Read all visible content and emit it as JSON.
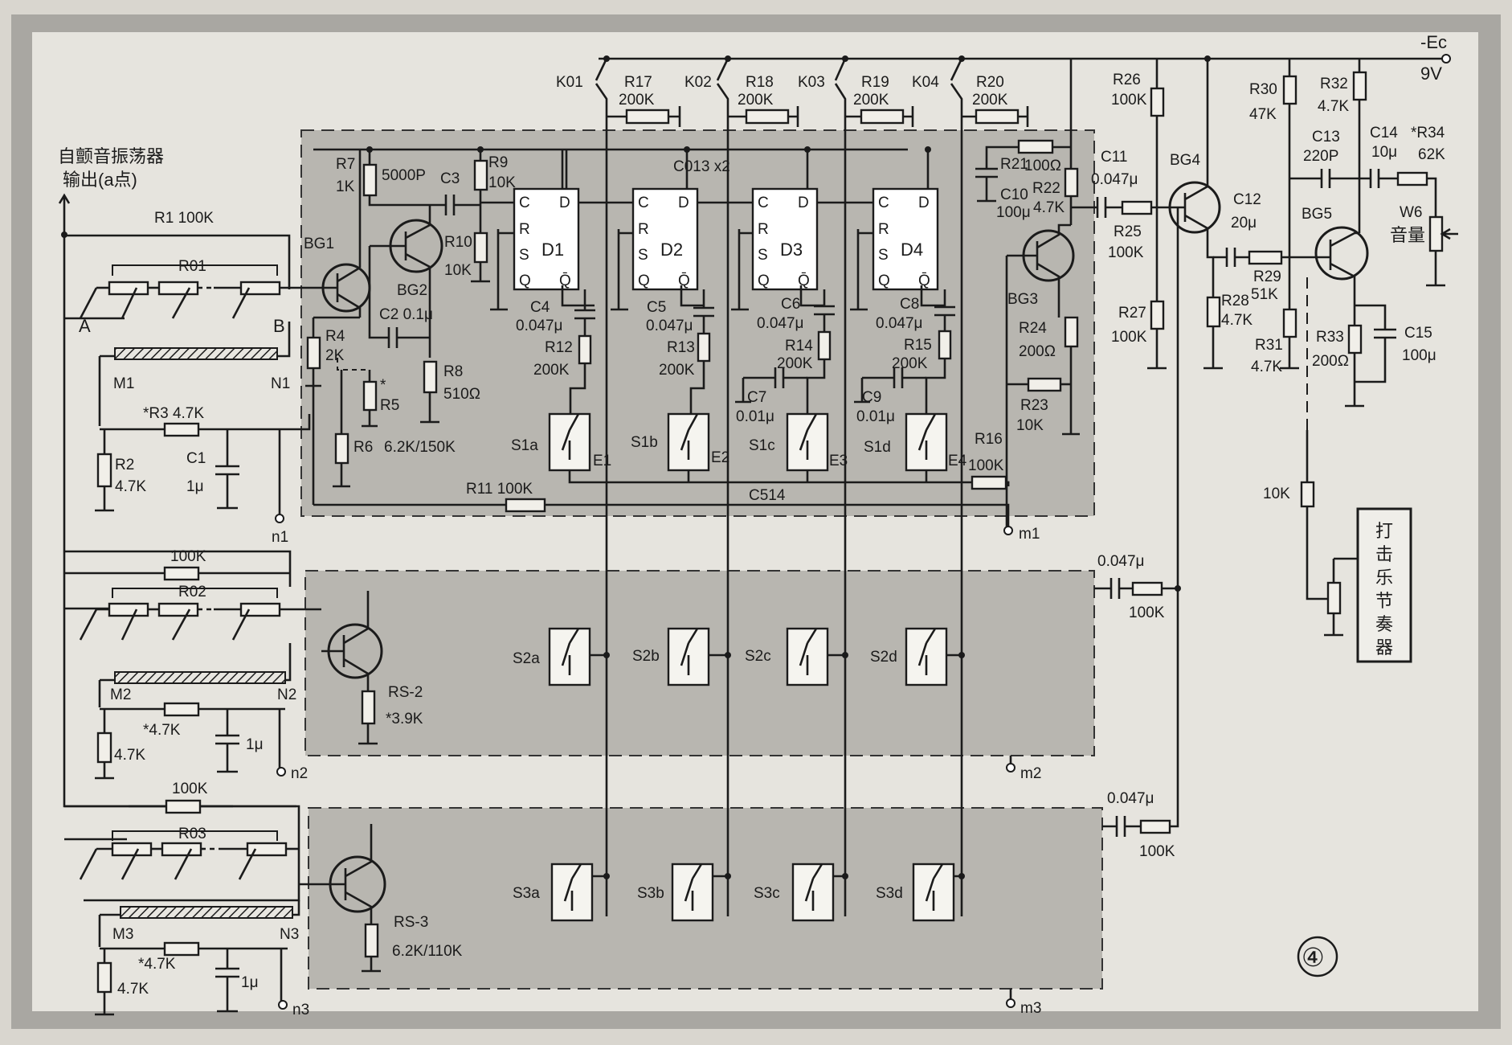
{
  "figure_number": "④",
  "supply": {
    "label": "-Ec",
    "voltage": "9V"
  },
  "source": {
    "line1": "自颤音振荡器",
    "line2": "输出(a点)"
  },
  "rhythm_box": {
    "line1": "打",
    "line2": "击",
    "line3": "乐",
    "line4": "节",
    "line5": "奏",
    "line6": "器"
  },
  "volume": {
    "name": "W6",
    "label": "音量"
  },
  "ic_labels": {
    "counter": "C013 x2",
    "switch": "C514"
  },
  "flipflops": [
    {
      "name": "D1",
      "c": "C",
      "d": "D",
      "r": "R",
      "s": "S",
      "q": "Q",
      "qb": "Q̄"
    },
    {
      "name": "D2",
      "c": "C",
      "d": "D",
      "r": "R",
      "s": "S",
      "q": "Q",
      "qb": "Q̄"
    },
    {
      "name": "D3",
      "c": "C",
      "d": "D",
      "r": "R",
      "s": "S",
      "q": "Q",
      "qb": "Q̄"
    },
    {
      "name": "D4",
      "c": "C",
      "d": "D",
      "r": "R",
      "s": "S",
      "q": "Q",
      "qb": "Q̄"
    }
  ],
  "keys": [
    {
      "k": "K01",
      "r": "R17",
      "v": "200K"
    },
    {
      "k": "K02",
      "r": "R18",
      "v": "200K"
    },
    {
      "k": "K03",
      "r": "R19",
      "v": "200K"
    },
    {
      "k": "K04",
      "r": "R20",
      "v": "200K"
    }
  ],
  "transistors": {
    "bg1": "BG1",
    "bg2": "BG2",
    "bg3": "BG3",
    "bg4": "BG4",
    "bg5": "BG5"
  },
  "section1": {
    "r1": "R1 100K",
    "r01": "R01",
    "a": "A",
    "b": "B",
    "m1": "M1",
    "n1": "N1",
    "r3": "*R3 4.7K",
    "r2": "R2",
    "r2v": "4.7K",
    "c1": "C1",
    "c1v": "1μ",
    "r4": "R4",
    "r4v": "2K",
    "r5": "R5",
    "r5star": "*",
    "r6": "R6",
    "r56v": "6.2K/150K",
    "r7": "R7",
    "r7v": "1K",
    "c5000": "5000P",
    "c3": "C3",
    "c2": "C2 0.1μ",
    "r9": "R9",
    "r9v": "10K",
    "r10": "R10",
    "r10v": "10K",
    "r8": "R8",
    "r8v": "510Ω",
    "c4": "C4",
    "c4v": "0.047μ",
    "c5": "C5",
    "c5v": "0.047μ",
    "c6": "C6",
    "c6v": "0.047μ",
    "c8": "C8",
    "c8v": "0.047μ",
    "r12": "R12",
    "r12v": "200K",
    "r13": "R13",
    "r13v": "200K",
    "r14": "R14",
    "r14v": "200K",
    "r15": "R15",
    "r15v": "200K",
    "c7": "C7",
    "c7v": "0.01μ",
    "c9": "C9",
    "c9v": "0.01μ",
    "s1a": "S1a",
    "s1b": "S1b",
    "s1c": "S1c",
    "s1d": "S1d",
    "e1": "E1",
    "e2": "E2",
    "e3": "E3",
    "e4": "E4",
    "r16": "R16",
    "r16v": "100K",
    "r11": "R11 100K",
    "n1pt": "n1",
    "m1pt": "m1",
    "r21": "R21",
    "r21v": "100Ω",
    "c10": "C10",
    "c10v": "100μ",
    "r22": "R22",
    "r22v": "4.7K",
    "r24": "R24",
    "r24v": "200Ω",
    "r23": "R23",
    "r23v": "10K"
  },
  "output": {
    "c11": "C11",
    "c11v": "0.047μ",
    "r25": "R25",
    "r25v": "100K",
    "r26": "R26",
    "r26v": "100K",
    "r27": "R27",
    "r27v": "100K",
    "c12": "C12",
    "c12v": "20μ",
    "r29": "R29",
    "r29v": "51K",
    "r28": "R28",
    "r28v": "4.7K",
    "r30": "R30",
    "r30v": "47K",
    "r31": "R31",
    "r31v": "4.7K",
    "r32": "R32",
    "r32v": "4.7K",
    "c13": "C13",
    "c13v": "220P",
    "c14": "C14",
    "c14v": "10μ",
    "r34": "*R34",
    "r34v": "62K",
    "r33": "R33",
    "r33v": "200Ω",
    "c15": "C15",
    "c15v": "100μ",
    "r10k": "10K"
  },
  "section2": {
    "r": "100K",
    "r02": "R02",
    "m2": "M2",
    "n2": "N2",
    "rstar": "*4.7K",
    "r47": "4.7K",
    "c": "1μ",
    "rs": "RS-2",
    "rsv": "*3.9K",
    "n2pt": "n2",
    "m2pt": "m2",
    "cc": "0.047μ",
    "rc": "100K",
    "s2a": "S2a",
    "s2b": "S2b",
    "s2c": "S2c",
    "s2d": "S2d"
  },
  "section3": {
    "r": "100K",
    "r03": "R03",
    "m3": "M3",
    "n3": "N3",
    "rstar": "*4.7K",
    "r47": "4.7K",
    "c": "1μ",
    "rs": "RS-3",
    "rsv": "6.2K/110K",
    "n3pt": "n3",
    "m3pt": "m3",
    "cc": "0.047μ",
    "rc": "100K",
    "s3a": "S3a",
    "s3b": "S3b",
    "s3c": "S3c",
    "s3d": "S3d"
  }
}
